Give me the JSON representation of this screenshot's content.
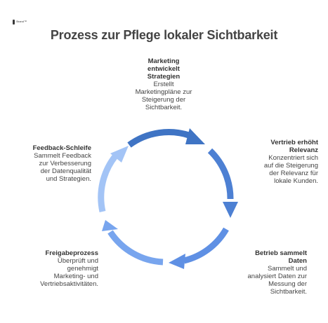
{
  "logo": {
    "text": "Brand™"
  },
  "title": "Prozess zur Pflege lokaler Sichtbarkeit",
  "stages": {
    "top": {
      "heading_lines": [
        "Marketing",
        "entwickelt",
        "Strategien"
      ],
      "desc_lines": [
        "Erstellt",
        "Marketingpläne zur",
        "Steigerung der",
        "Sichtbarkeit."
      ]
    },
    "right": {
      "heading_lines": [
        "Vertrieb erhöht",
        "Relevanz"
      ],
      "desc_lines": [
        "Konzentriert sich",
        "auf die Steigerung",
        "der Relevanz für",
        "lokale Kunden."
      ]
    },
    "bottom_right": {
      "heading_lines": [
        "Betrieb sammelt",
        "Daten"
      ],
      "desc_lines": [
        "Sammelt und",
        "analysiert Daten zur",
        "Messung der",
        "Sichtbarkeit."
      ]
    },
    "bottom_left": {
      "heading_lines": [
        "Freigabeprozess"
      ],
      "desc_lines": [
        "Überprüft und",
        "genehmigt",
        "Marketing- und",
        "Vertriebsaktivitäten."
      ]
    },
    "left": {
      "heading_lines": [
        "Feedback-Schleife"
      ],
      "desc_lines": [
        "Sammelt Feedback",
        "zur Verbesserung",
        "der Datenqualität",
        "und Strategien."
      ]
    }
  },
  "colors": {
    "arrow_top": "#3f74c4",
    "arrow_right": "#4d80d3",
    "arrow_bottom": "#5f90e4",
    "arrow_bottom_left": "#78a5ee",
    "arrow_left": "#a3c4f6"
  }
}
